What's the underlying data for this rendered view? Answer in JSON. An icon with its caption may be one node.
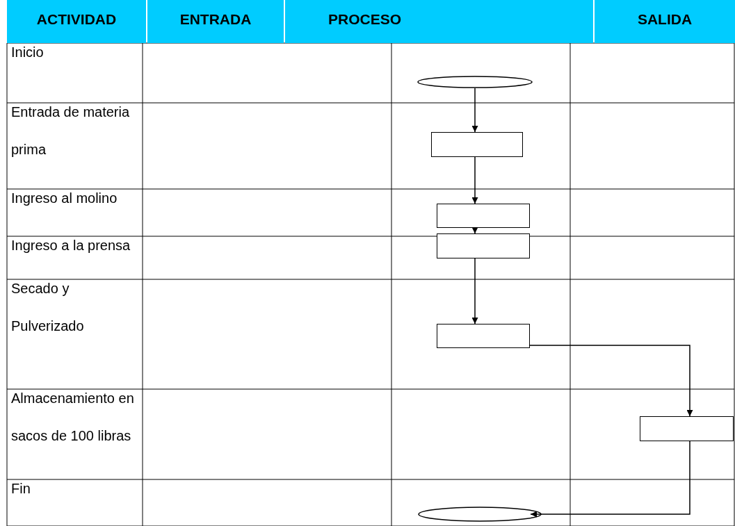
{
  "diagram": {
    "nodes": [
      {
        "text": [],
        "shape": "ellipse"
      },
      {
        "text": [],
        "shape": "box"
      },
      {
        "text": [],
        "shape": "box"
      },
      {
        "text": [],
        "shape": "box"
      },
      {
        "text": [],
        "shape": "box"
      },
      {
        "text": [],
        "shape": "box"
      },
      {
        "text": [],
        "shape": "ellipse"
      }
    ],
    "edges": [
      {
        "from": 0,
        "to": 1,
        "arrow": "to"
      },
      {
        "from": 1,
        "to": 2,
        "arrow": "to"
      },
      {
        "from": 2,
        "to": 3,
        "arrow": "to"
      },
      {
        "from": 3,
        "to": 4,
        "arrow": "to"
      },
      {
        "from": 4,
        "to": 5,
        "arrow": "to"
      },
      {
        "from": 5,
        "to": 6,
        "arrow": "to"
      }
    ],
    "labels": [
      "ACTIVIDAD",
      "ENTRADA",
      "PROCESO",
      "SALIDA",
      "Inicio",
      "Entrada de materia prima",
      "Ingreso al molino",
      "Ingreso a la prensa",
      "Secado y Pulverizado",
      "Almacenamiento en sacos de 100 libras",
      "Fin"
    ]
  }
}
